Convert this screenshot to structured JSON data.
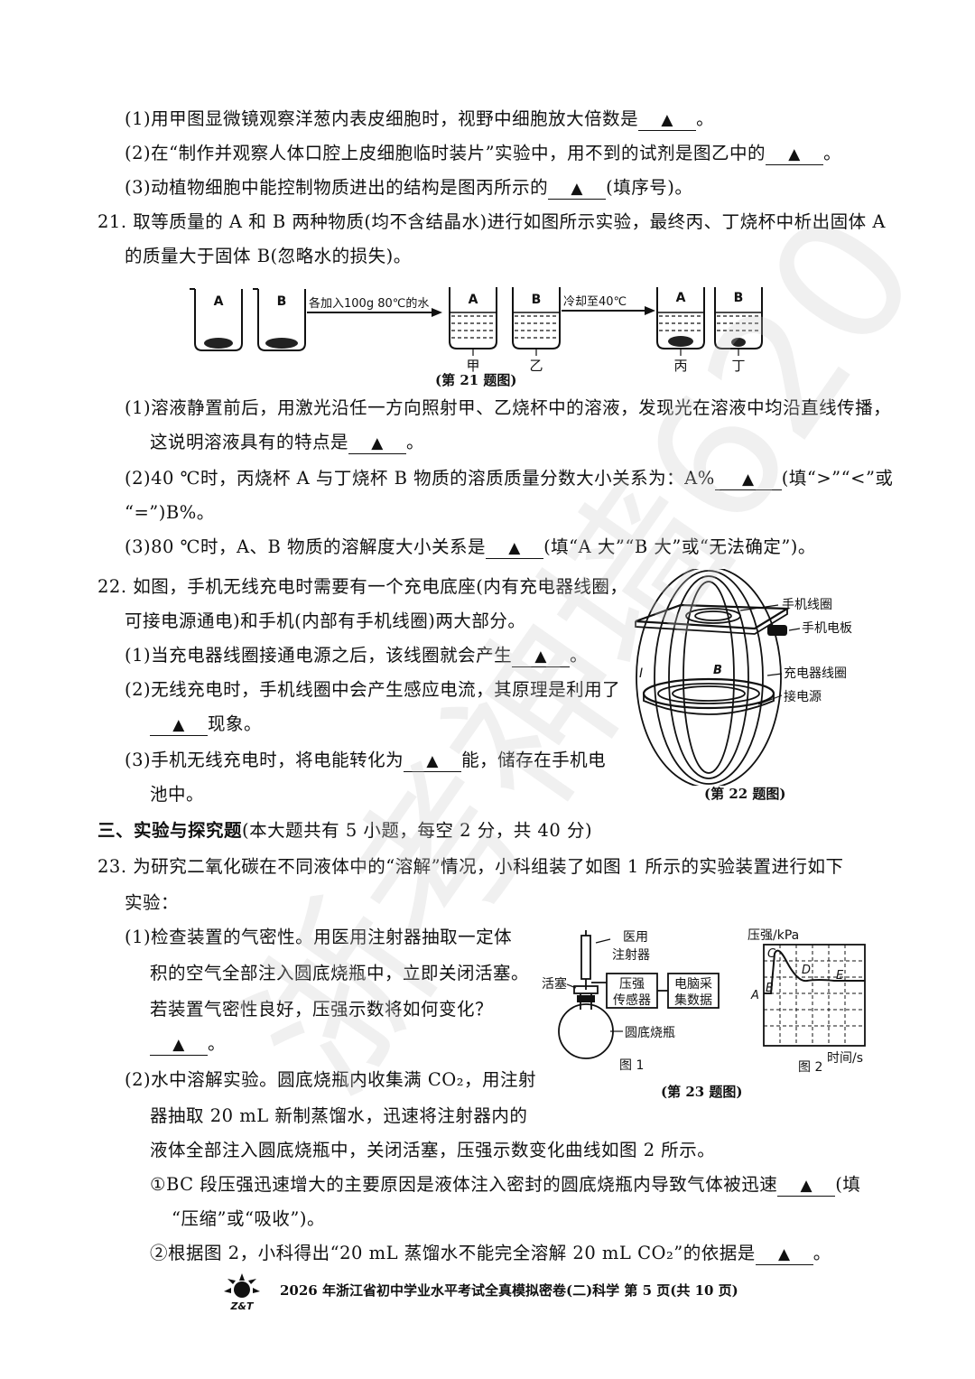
{
  "triangle": "▲",
  "q20": {
    "p1_a": "(1)用甲图显微镜观察洋葱内表皮细胞时，视野中细胞放大倍数是",
    "p1_b": "。",
    "p2_a": "(2)在“制作并观察人体口腔上皮细胞临时装片”实验中，用不到的试剂是图乙中的",
    "p2_b": "。",
    "p3_a": "(3)动植物细胞中能控制物质进出的结构是图丙所示的",
    "p3_b": "(填序号)。"
  },
  "q21": {
    "stem_1": "21. 取等质量的 A 和 B 两种物质(均不含结晶水)进行如图所示实验，最终丙、丁烧杯中析出固体 A",
    "stem_2": "的质量大于固体 B(忽略水的损失)。",
    "figure": {
      "labels": [
        "A",
        "B",
        "A",
        "B",
        "A",
        "B"
      ],
      "arrow1": "各加入100g 80℃的水",
      "arrow2": "冷却至40℃",
      "names": [
        "甲",
        "乙",
        "丙",
        "丁"
      ],
      "caption": "(第 21 题图)"
    },
    "p1_a": "(1)溶液静置前后，用激光沿任一方向照射甲、乙烧杯中的溶液，发现光在溶液中均沿直线传播，",
    "p1_b": "这说明溶液具有的特点是",
    "p1_c": "。",
    "p2_a": "(2)40 ℃时，丙烧杯 A 与丁烧杯 B 物质的溶质质量分数大小关系为：A%",
    "p2_b": "(填“>”“<”或",
    "p2_c": "“=”)B%。",
    "p3_a": "(3)80 ℃时，A、B 物质的溶解度大小关系是",
    "p3_b": "(填“A 大”“B 大”或“无法确定”)。"
  },
  "q22": {
    "stem_1": "22. 如图，手机无线充电时需要有一个充电底座(内有充电器线圈，",
    "stem_2": "可接电源通电)和手机(内部有手机线圈)两大部分。",
    "p1_a": "(1)当充电器线圈接通电源之后，该线圈就会产生",
    "p1_b": "。",
    "p2_a": "(2)无线充电时，手机线圈中会产生感应电流，其原理是利用了",
    "p2_b": "现象。",
    "p3_a": "(3)手机无线充电时，将电能转化为",
    "p3_b": "能，储存在手机电",
    "p3_c": "池中。",
    "figure": {
      "labels": [
        "手机线圈",
        "手机电板",
        "充电器线圈",
        "接电源"
      ],
      "i_label": "I",
      "b_label": "B",
      "caption": "(第 22 题图)"
    }
  },
  "section3": {
    "title": "三、实验与探究题",
    "note": "(本大题共有 5 小题，每空 2 分，共 40 分)"
  },
  "q23": {
    "stem_1": "23. 为研究二氧化碳在不同液体中的“溶解”情况，小科组装了如图 1 所示的实验装置进行如下",
    "stem_2": "实验：",
    "p1_1": "(1)检查装置的气密性。用医用注射器抽取一定体",
    "p1_2": "积的空气全部注入圆底烧瓶中，立即关闭活塞。",
    "p1_3": "若装置气密性良好，压强示数将如何变化？",
    "p1_4": "。",
    "p2_1": "(2)水中溶解实验。圆底烧瓶内收集满 CO₂，用注射",
    "p2_2": "器抽取 20 mL 新制蒸馏水，迅速将注射器内的",
    "p2_3": "液体全部注入圆底烧瓶中，关闭活塞，压强示数变化曲线如图 2 所示。",
    "s1_a": "①BC 段压强迅速增大的主要原因是液体注入密封的圆底烧瓶内导致气体被迅速",
    "s1_b": "(填",
    "s1_c": "“压缩”或“吸收”)。",
    "s2_a": "②根据图 2，小科得出“20 mL 蒸馏水不能完全溶解 20 mL CO₂”的依据是",
    "s2_b": "。",
    "fig1": {
      "syringe": [
        "医用",
        "注射器"
      ],
      "valve": "活塞",
      "sensor": [
        "压强",
        "传感器"
      ],
      "computer": [
        "电脑采",
        "集数据"
      ],
      "flask": "圆底烧瓶",
      "name": "图 1"
    },
    "fig2": {
      "ylabel": "压强/kPa",
      "xlabel": "时间/s",
      "points": [
        "A",
        "B",
        "C",
        "D",
        "E"
      ],
      "name": "图 2"
    },
    "caption": "(第 23 题图)"
  },
  "footer": {
    "text": "2026 年浙江省初中学业水平考试全真模拟密卷(二)科学 第  5  页(共 10 页)",
    "logo_text": "Z&T"
  },
  "watermark": "浙考神墙620"
}
